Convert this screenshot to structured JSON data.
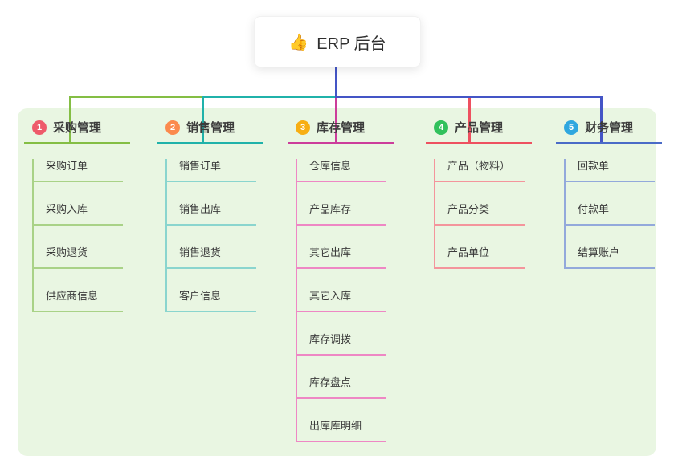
{
  "root": {
    "icon": "👍",
    "label": "ERP 后台"
  },
  "colors": {
    "canvas_bg": "#ffffff",
    "panel_bg": "#E9F6E2",
    "connector_blue": "#4455C6",
    "text": "#3C3C3C"
  },
  "branches": [
    {
      "badge": "1",
      "badge_color": "#EE5A6A",
      "line_color": "#84BE44",
      "child_line_color": "#A9D287",
      "label": "采购管理",
      "children": [
        "采购订单",
        "采购入库",
        "采购退货",
        "供应商信息"
      ]
    },
    {
      "badge": "2",
      "badge_color": "#FB8A4D",
      "line_color": "#20B2AA",
      "child_line_color": "#8AD5CE",
      "label": "销售管理",
      "children": [
        "销售订单",
        "销售出库",
        "销售退货",
        "客户信息"
      ]
    },
    {
      "badge": "3",
      "badge_color": "#F7AE13",
      "line_color": "#CC3D9B",
      "child_line_color": "#EE87C4",
      "label": "库存管理",
      "children": [
        "仓库信息",
        "产品库存",
        "其它出库",
        "其它入库",
        "库存调拨",
        "库存盘点",
        "出库库明细"
      ]
    },
    {
      "badge": "4",
      "badge_color": "#31C15C",
      "line_color": "#EE5160",
      "child_line_color": "#F4959C",
      "label": "产品管理",
      "children": [
        "产品（物料）",
        "产品分类",
        "产品单位"
      ]
    },
    {
      "badge": "5",
      "badge_color": "#2FA7DF",
      "line_color": "#4A6BC7",
      "child_line_color": "#93A9DB",
      "label": "财务管理",
      "children": [
        "回款单",
        "付款单",
        "结算账户"
      ]
    }
  ]
}
